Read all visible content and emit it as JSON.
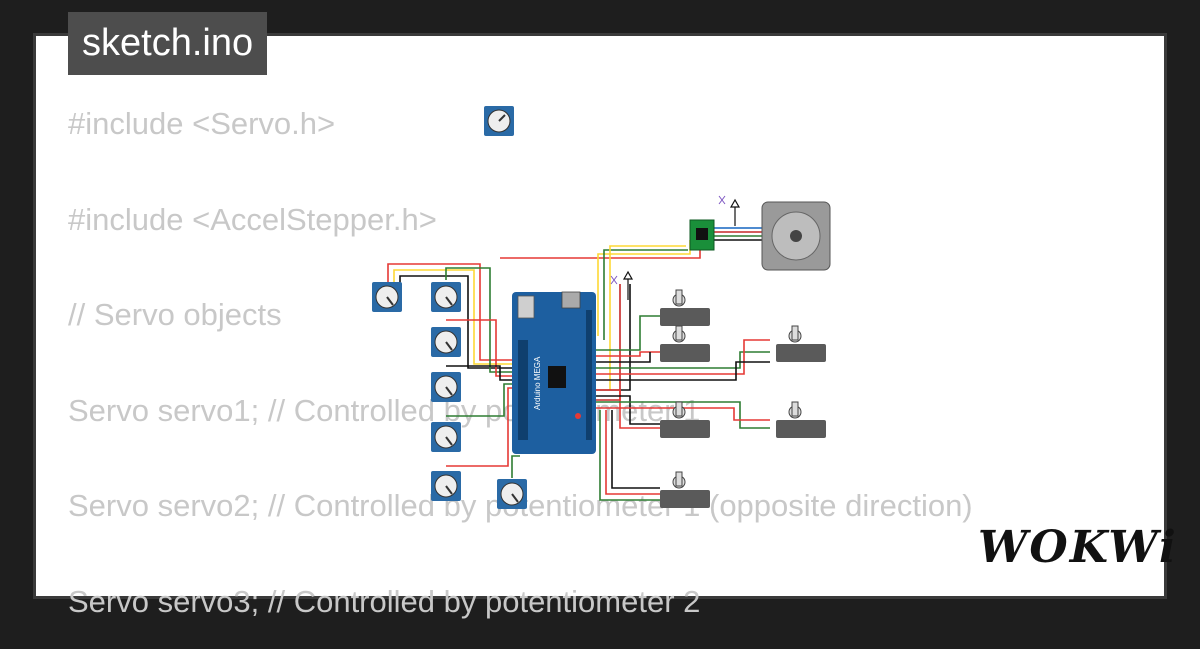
{
  "file_tab": {
    "label": "sketch.ino"
  },
  "code_lines": [
    "#include <Servo.h>",
    "#include <AccelStepper.h>",
    "// Servo objects",
    "Servo servo1; // Controlled by potentiometer 1",
    "Servo servo2; // Controlled by potentiometer 1 (opposite direction)",
    "Servo servo3; // Controlled by potentiometer 2"
  ],
  "board": {
    "label": "Arduino MEGA"
  },
  "brand": {
    "name": "WOKWi"
  },
  "colors": {
    "background": "#1e1e1e",
    "card": "#ffffff",
    "code_text": "#c8c8c8",
    "tab_bg": "#4d4d4d",
    "board": "#1d5fa0",
    "potentiometer": "#2a6aa6",
    "servo": "#5a5a5a",
    "stepper": "#9a9a9a",
    "driver": "#1a8f3a"
  }
}
